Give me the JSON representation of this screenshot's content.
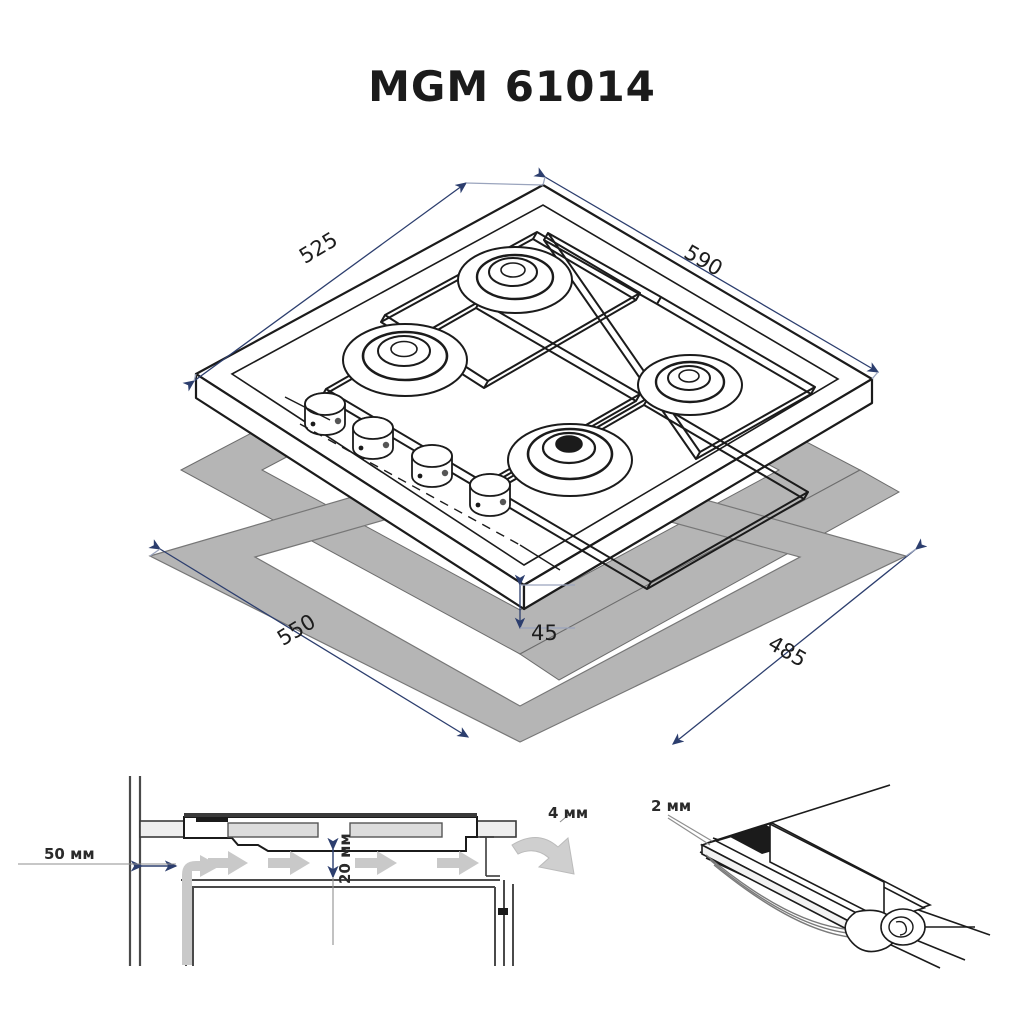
{
  "page": {
    "title": "MGM 61014",
    "background_color": "#ffffff",
    "line_color": "#1b1b1b",
    "dimension_color": "#2c3e6e",
    "panel_fill": "#b5b5b5",
    "arrow_gray": "#c9c9c9"
  },
  "drawing": {
    "type": "technical-dimension-drawing",
    "subject": "4-burner gas hob / cooktop",
    "views": [
      {
        "name": "isometric-overview",
        "label": "Isometric hob with worktop cut-out"
      },
      {
        "name": "side-section",
        "label": "Installation side section"
      },
      {
        "name": "clip-detail",
        "label": "Mounting clip / seal detail"
      }
    ]
  },
  "dimensions": {
    "overview": [
      {
        "id": "depth-overall",
        "value": "525",
        "unit": "",
        "orientation": "iso-left"
      },
      {
        "id": "width-overall",
        "value": "590",
        "unit": "",
        "orientation": "iso-right"
      },
      {
        "id": "cutout-width",
        "value": "550",
        "unit": "",
        "orientation": "iso-left"
      },
      {
        "id": "cutout-depth",
        "value": "485",
        "unit": "",
        "orientation": "iso-right"
      },
      {
        "id": "body-height",
        "value": "45",
        "unit": "",
        "orientation": "vertical"
      }
    ],
    "section": [
      {
        "id": "wall-clearance",
        "value": "50 мм",
        "unit": "мм",
        "orientation": "horizontal"
      },
      {
        "id": "air-gap",
        "value": "20 мм",
        "unit": "мм",
        "orientation": "vertical-rotated"
      },
      {
        "id": "rear-gap",
        "value": "4 мм",
        "unit": "мм",
        "orientation": "horizontal"
      }
    ],
    "detail": [
      {
        "id": "seal-thickness",
        "value": "2 мм",
        "unit": "мм",
        "orientation": "horizontal"
      }
    ]
  },
  "hob": {
    "burners": [
      {
        "id": "burner-rear-right",
        "size": "medium"
      },
      {
        "id": "burner-rear-left",
        "size": "large"
      },
      {
        "id": "burner-front-right",
        "size": "small"
      },
      {
        "id": "burner-front-left",
        "size": "large"
      }
    ],
    "knobs": [
      {
        "id": "knob-1"
      },
      {
        "id": "knob-2"
      },
      {
        "id": "knob-3"
      },
      {
        "id": "knob-4"
      }
    ],
    "grate_count": 4
  }
}
